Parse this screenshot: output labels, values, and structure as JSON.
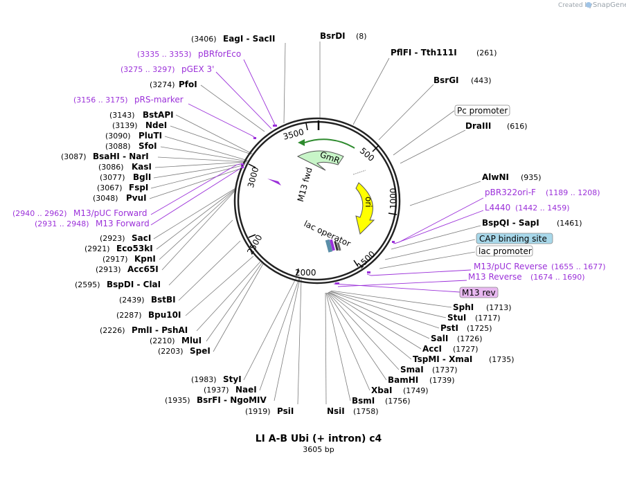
{
  "credit": {
    "prefix": "Created by",
    "brand": "SnapGene"
  },
  "title": "LI A-B Ubi (+ intron) c4",
  "subtitle": "3605 bp",
  "ticks": [
    "500",
    "1000",
    "1500",
    "2000",
    "2500",
    "3000",
    "3500"
  ],
  "features": {
    "gmr": "GmR",
    "ori": "ori",
    "m13fwd": "M13 fwd",
    "lacop": "lac operator"
  },
  "sites_right": [
    {
      "name": "BsrDI",
      "pos": "(8)"
    },
    {
      "name": "PflFI  -  Tth111I",
      "pos": "(261)"
    },
    {
      "name": "BsrGI",
      "pos": "(443)"
    },
    {
      "name": "DraIII",
      "pos": "(616)"
    },
    {
      "name": "AlwNI",
      "pos": "(935)"
    },
    {
      "name": "BspQI  -  SapI",
      "pos": "(1461)"
    },
    {
      "name": "SphI",
      "pos": "(1713)"
    },
    {
      "name": "StuI",
      "pos": "(1717)"
    },
    {
      "name": "PstI",
      "pos": "(1725)"
    },
    {
      "name": "SalI",
      "pos": "(1726)"
    },
    {
      "name": "AccI",
      "pos": "(1727)"
    },
    {
      "name": "TspMI  -  XmaI",
      "pos": "(1735)"
    },
    {
      "name": "SmaI",
      "pos": "(1737)"
    },
    {
      "name": "BamHI",
      "pos": "(1739)"
    },
    {
      "name": "XbaI",
      "pos": "(1749)"
    },
    {
      "name": "BsmI",
      "pos": "(1756)"
    },
    {
      "name": "NsiI",
      "pos": "(1758)"
    }
  ],
  "primers_right": [
    {
      "name": "pBR322ori-F",
      "range": "(1189 .. 1208)"
    },
    {
      "name": "L4440",
      "range": "(1442 .. 1459)"
    },
    {
      "name": "M13/pUC Reverse",
      "range": "(1655 .. 1677)"
    },
    {
      "name": "M13 Reverse",
      "range": "(1674 .. 1690)"
    }
  ],
  "boxes_right": {
    "pc_promoter": "Pc promoter",
    "cap_site": "CAP binding site",
    "lac_promoter": "lac promoter",
    "m13_rev": "M13 rev"
  },
  "sites_left": [
    {
      "pos": "(3406)",
      "name": "EagI  -  SacII"
    },
    {
      "pos": "(3274)",
      "name": "PfoI"
    },
    {
      "pos": "(3143)",
      "name": "BstAPI"
    },
    {
      "pos": "(3139)",
      "name": "NdeI"
    },
    {
      "pos": "(3090)",
      "name": "PluTI"
    },
    {
      "pos": "(3088)",
      "name": "SfoI"
    },
    {
      "pos": "(3087)",
      "name": "BsaHI  -  NarI"
    },
    {
      "pos": "(3086)",
      "name": "KasI"
    },
    {
      "pos": "(3077)",
      "name": "BglI"
    },
    {
      "pos": "(3067)",
      "name": "FspI"
    },
    {
      "pos": "(3048)",
      "name": "PvuI"
    },
    {
      "pos": "(2923)",
      "name": "SacI"
    },
    {
      "pos": "(2921)",
      "name": "Eco53kI"
    },
    {
      "pos": "(2917)",
      "name": "KpnI"
    },
    {
      "pos": "(2913)",
      "name": "Acc65I"
    },
    {
      "pos": "(2595)",
      "name": "BspDI  -  ClaI"
    },
    {
      "pos": "(2439)",
      "name": "BstBI"
    },
    {
      "pos": "(2287)",
      "name": "Bpu10I"
    },
    {
      "pos": "(2226)",
      "name": "PmlI  -  PshAI"
    },
    {
      "pos": "(2210)",
      "name": "MluI"
    },
    {
      "pos": "(2203)",
      "name": "SpeI"
    },
    {
      "pos": "(1983)",
      "name": "StyI"
    },
    {
      "pos": "(1937)",
      "name": "NaeI"
    },
    {
      "pos": "(1935)",
      "name": "BsrFI  -  NgoMIV"
    },
    {
      "pos": "(1919)",
      "name": "PsiI"
    }
  ],
  "primers_left": [
    {
      "range": "(3335 .. 3353)",
      "name": "pBRforEco"
    },
    {
      "range": "(3275 .. 3297)",
      "name": "pGEX 3'"
    },
    {
      "range": "(3156 .. 3175)",
      "name": "pRS-marker"
    },
    {
      "range": "(2940 .. 2962)",
      "name": "M13/pUC Forward"
    },
    {
      "range": "(2931 .. 2948)",
      "name": "M13 Forward"
    }
  ],
  "colors": {
    "primer": "#9b30d9",
    "gmr_fill": "#c8f5c8",
    "ori_fill": "#ffff00",
    "cap_fill": "#a8d8ea",
    "m13rev_fill": "#e8b8f0",
    "line": "#777777"
  }
}
